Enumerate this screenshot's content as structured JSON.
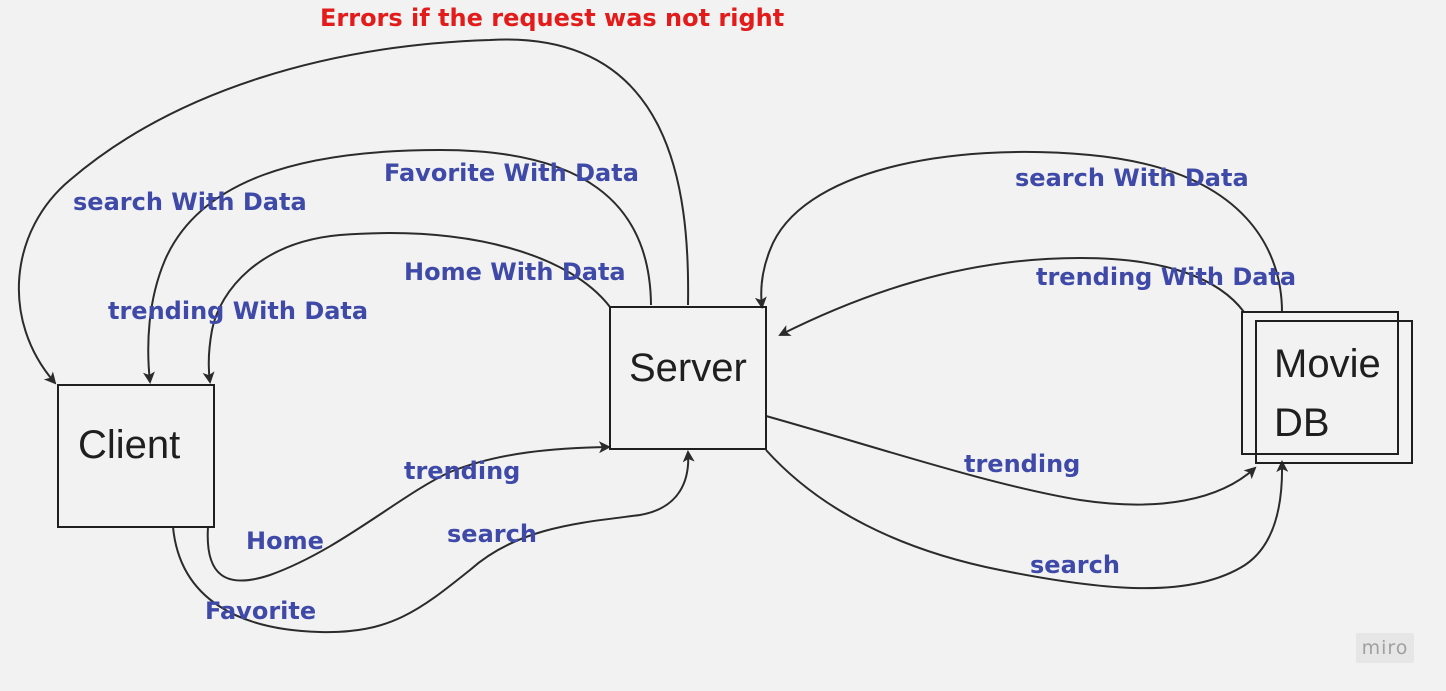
{
  "colors": {
    "background": "#f2f2f2",
    "flow_label": "#3f4aa8",
    "error_label": "#e31b1b",
    "line": "#2b2b2b"
  },
  "nodes": {
    "client": "Client",
    "server": "Server",
    "moviedb_line1": "Movie",
    "moviedb_line2": "DB"
  },
  "edges": {
    "errors": "Errors if the request was not right",
    "search_with_data_client": "search With Data",
    "favorite_with_data": "Favorite With Data",
    "trending_with_data_client": "trending With Data",
    "home_with_data": "Home With Data",
    "trending_client": "trending",
    "home": "Home",
    "search_client": "search",
    "favorite": "Favorite",
    "search_with_data_server": "search With Data",
    "trending_with_data_server": "trending With Data",
    "trending_server": "trending",
    "search_server": "search"
  },
  "watermark": "miro"
}
